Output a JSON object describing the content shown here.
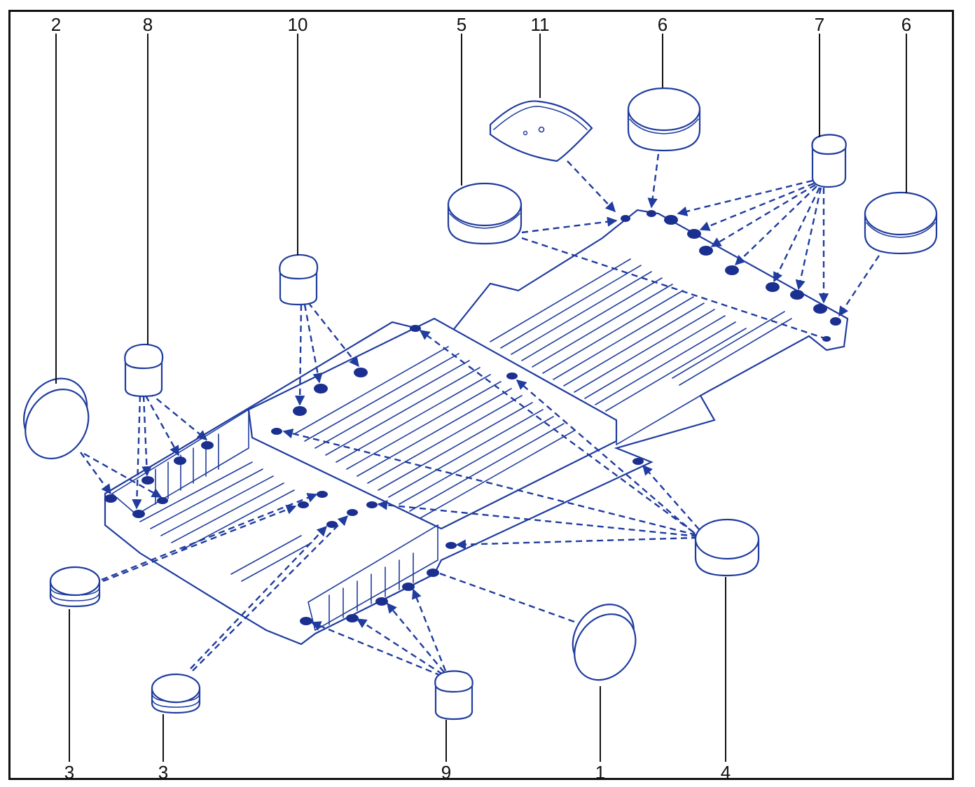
{
  "callouts": {
    "c1": "1",
    "c2": "2",
    "c3a": "3",
    "c3b": "3",
    "c4": "4",
    "c5": "5",
    "c6a": "6",
    "c6b": "6",
    "c7": "7",
    "c8": "8",
    "c9": "9",
    "c10": "10",
    "c11": "11"
  },
  "colors": {
    "line": "#1f3c9e",
    "hole": "#1a2f8f",
    "frame": "#111111"
  },
  "icons": {
    "plug": "round-plug-icon",
    "oval_plug": "oval-plug-icon",
    "pad": "square-pad-icon"
  }
}
